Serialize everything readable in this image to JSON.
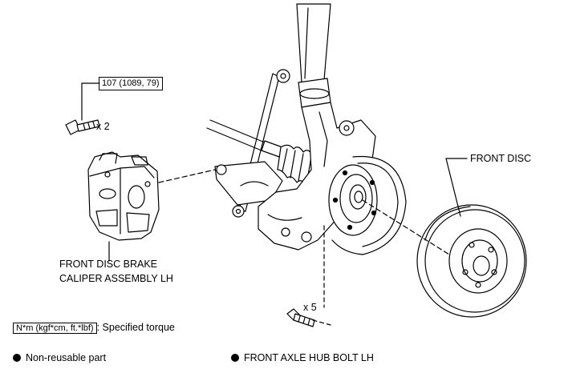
{
  "labels": {
    "torque_value": "107 (1089, 79)",
    "qty_caliper_bolt": "x 2",
    "front_disc": "FRONT DISC",
    "caliper_line1": "FRONT DISC BRAKE",
    "caliper_line2": "CALIPER ASSEMBLY LH",
    "qty_hub_bolt": "x 5",
    "hub_bolt": "FRONT AXLE HUB BOLT LH"
  },
  "legend": {
    "torque_box": "N*m (kgf*cm, ft.*lbf)",
    "torque_desc": ": Specified torque",
    "non_reusable": "Non-reusable part"
  },
  "colors": {
    "line": "#000000",
    "background": "#ffffff"
  }
}
